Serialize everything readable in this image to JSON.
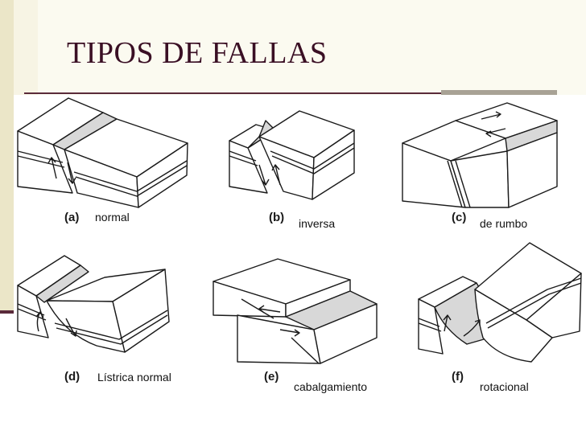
{
  "title": "TIPOS DE FALLAS",
  "colors": {
    "title": "#3a0f24",
    "rule": "#5a2a3a",
    "fault_plane": "#d8d8d8"
  },
  "panels": [
    {
      "letter": "(a)",
      "name": "normal"
    },
    {
      "letter": "(b)",
      "name": "inversa"
    },
    {
      "letter": "(c)",
      "name": "de rumbo"
    },
    {
      "letter": "(d)",
      "name": "Lístrica normal"
    },
    {
      "letter": "(e)",
      "name": "cabalgamiento"
    },
    {
      "letter": "(f)",
      "name": "rotacional"
    }
  ]
}
